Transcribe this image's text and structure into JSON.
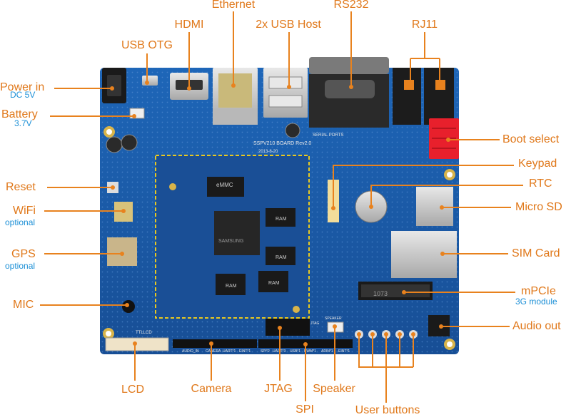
{
  "labels": {
    "power_in": "Power in",
    "power_in_sub": "DC 5V",
    "battery": "Battery",
    "battery_sub": "3.7V",
    "reset": "Reset",
    "wifi": "WiFi",
    "wifi_sub": "optional",
    "gps": "GPS",
    "gps_sub": "optional",
    "mic": "MIC",
    "usb_otg": "USB OTG",
    "hdmi": "HDMI",
    "ethernet": "Ethernet",
    "usb_host": "2x USB Host",
    "rs232": "RS232",
    "rj11": "RJ11",
    "boot_select": "Boot select",
    "keypad": "Keypad",
    "rtc": "RTC",
    "micro_sd": "Micro SD",
    "sim_card": "SIM Card",
    "mpcie": "mPCIe",
    "mpcie_sub": "3G module",
    "audio_out": "Audio out",
    "lcd": "LCD",
    "camera": "Camera",
    "jtag": "JTAG",
    "spi": "SPI",
    "speaker": "Speaker",
    "user_buttons": "User buttons"
  },
  "board_text": {
    "emmc": "eMMC",
    "ram": "RAM",
    "cpu": "SAMSUNG",
    "board_name": "SSPV210 BOARD Rev2.0",
    "board_date": "2013-8-20",
    "serial_ports": "SERIAL PORTS",
    "ttl_lcd": "TTLLCD",
    "speaker": "SPEAKER",
    "audio_in": "AUDIO_IN",
    "camera": "CAMERA",
    "uart1": "UART*1",
    "eint1": "EINT*1",
    "spi2": "SPI*2",
    "uart3": "UART*3",
    "usb1": "USB*1",
    "pwm1": "PWM*1",
    "jtag": "JTAG",
    "adin": "ADIN*1",
    "mpcie_code": "1073"
  },
  "colors": {
    "label": "#e0781a",
    "sub_label": "#1b8fd6",
    "leader": "#e8821e",
    "pcb": "#1a5aa8",
    "boot_select": "#e8202c",
    "frame": "#e8c820"
  }
}
